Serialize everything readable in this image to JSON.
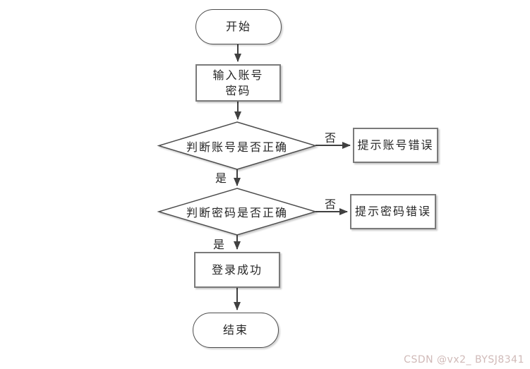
{
  "diagram": {
    "type": "flowchart",
    "nodes": {
      "start": {
        "shape": "terminator",
        "label": "开始"
      },
      "input": {
        "shape": "process",
        "label_line1": "输入账号",
        "label_line2": "密码"
      },
      "check_account": {
        "shape": "decision",
        "label": "判断账号是否正确"
      },
      "account_error": {
        "shape": "process",
        "label": "提示账号错误"
      },
      "check_password": {
        "shape": "decision",
        "label": "判断密码是否正确"
      },
      "password_error": {
        "shape": "process",
        "label": "提示密码错误"
      },
      "login_success": {
        "shape": "process",
        "label": "登录成功"
      },
      "end": {
        "shape": "terminator",
        "label": "结束"
      }
    },
    "edge_labels": {
      "check_account_no": "否",
      "check_account_yes": "是",
      "check_password_no": "否",
      "check_password_yes": "是"
    }
  },
  "watermark": {
    "text": "CSDN @vx2_ BYSJ8341",
    "color": "#d0bab8"
  },
  "colors": {
    "background": "#ffffff",
    "terminator_border": "#4d4d4d",
    "process_border": "#7a7a7a",
    "arrow": "#404040",
    "text": "#262626",
    "watermark": "#d0bab8"
  }
}
